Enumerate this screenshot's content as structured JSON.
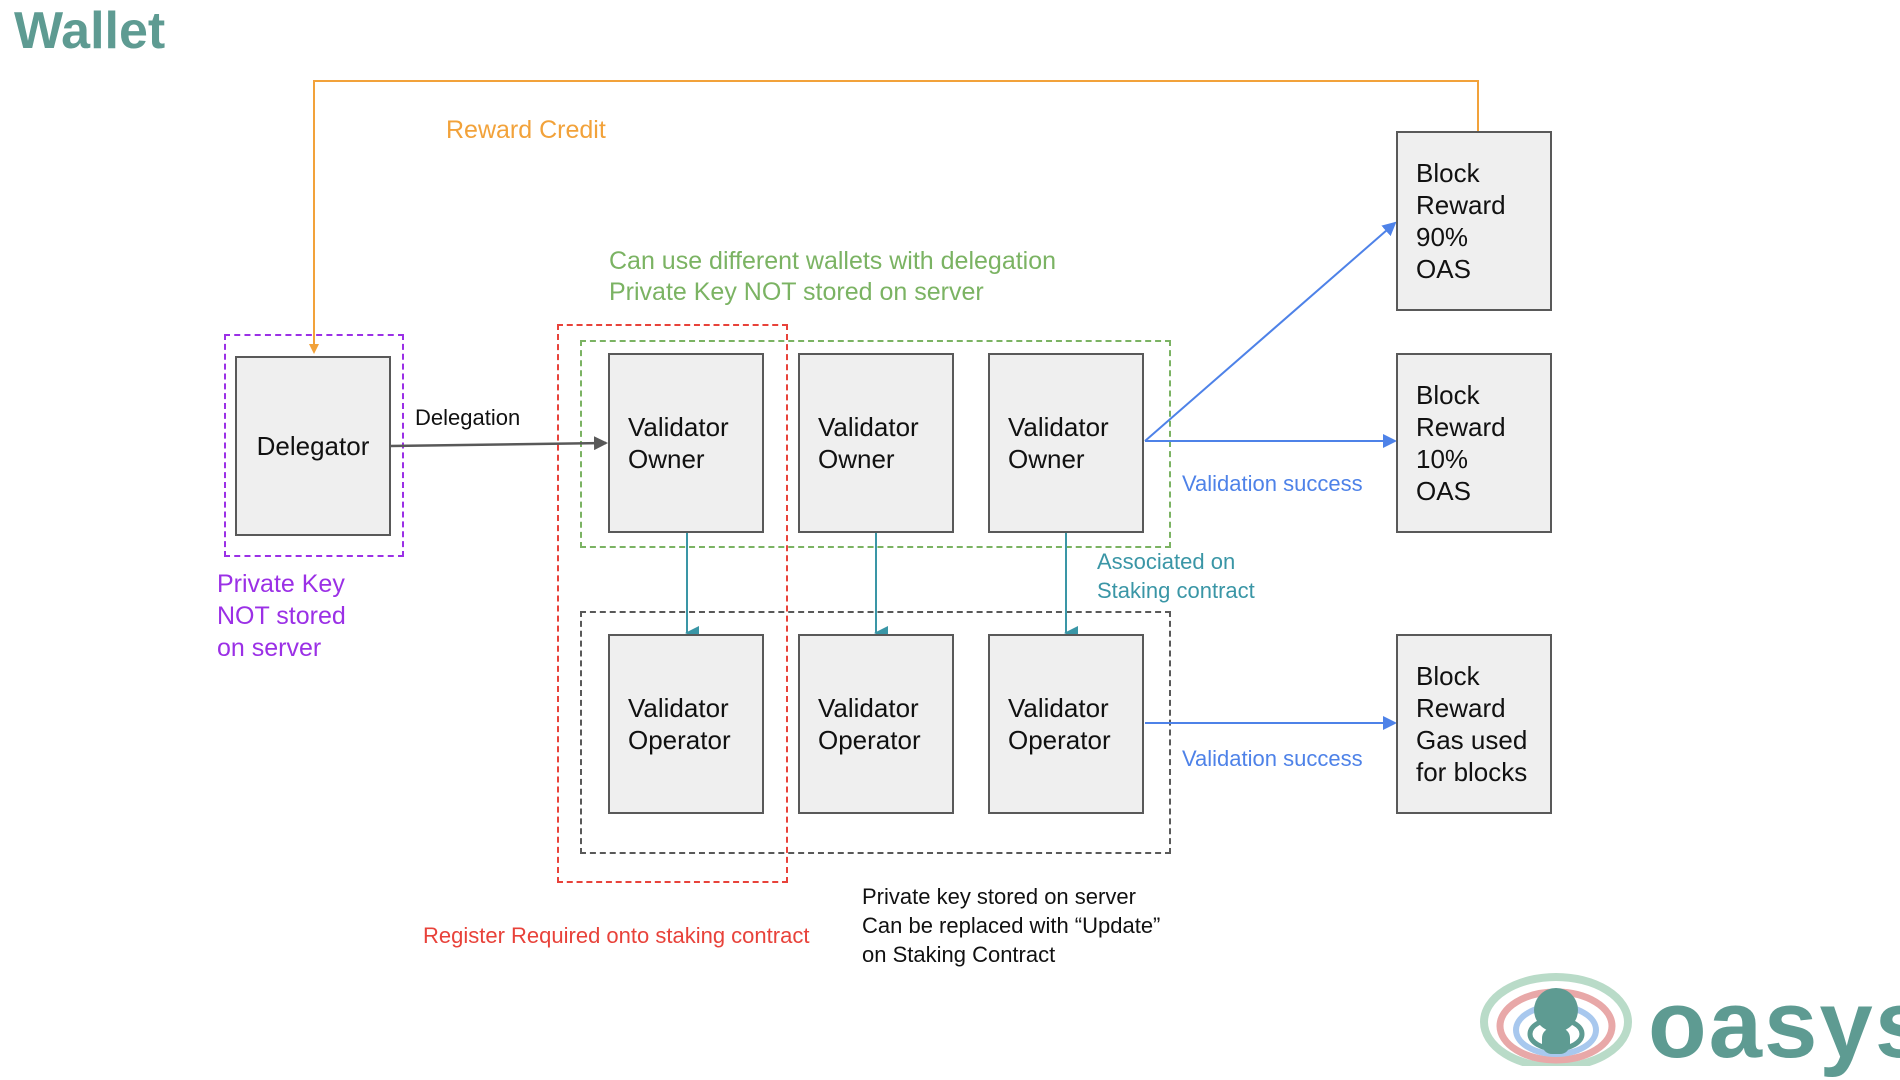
{
  "title": "Wallet",
  "labels": {
    "reward_credit": "Reward Credit",
    "delegation_note": "Can use different wallets with delegation\nPrivate Key NOT stored on server",
    "delegation": "Delegation",
    "delegator_key": "Private Key\nNOT stored\non server",
    "validation_success_1": "Validation success",
    "validation_success_2": "Validation success",
    "associated": "Associated on\nStaking contract",
    "register": "Register Required onto staking contract",
    "operator_key": "Private key stored on server\nCan be replaced with “Update”\non Staking Contract"
  },
  "nodes": {
    "delegator": "Delegator",
    "owners": [
      "Validator\nOwner",
      "Validator\nOwner",
      "Validator\nOwner"
    ],
    "operators": [
      "Validator\nOperator",
      "Validator\nOperator",
      "Validator\nOperator"
    ],
    "reward_90": "Block\nReward\n90%\nOAS",
    "reward_10": "Block\nReward\n10%\nOAS",
    "reward_gas": "Block\nReward\nGas used\nfor blocks"
  },
  "logo": {
    "text": "oasys"
  },
  "colors": {
    "teal": "#5e9b92",
    "orange": "#f2a23a",
    "green": "#7bb363",
    "purple": "#9b30e6",
    "red": "#e8423a",
    "blue": "#4e82e8",
    "cyan": "#3a96a6",
    "gray": "#595959"
  }
}
